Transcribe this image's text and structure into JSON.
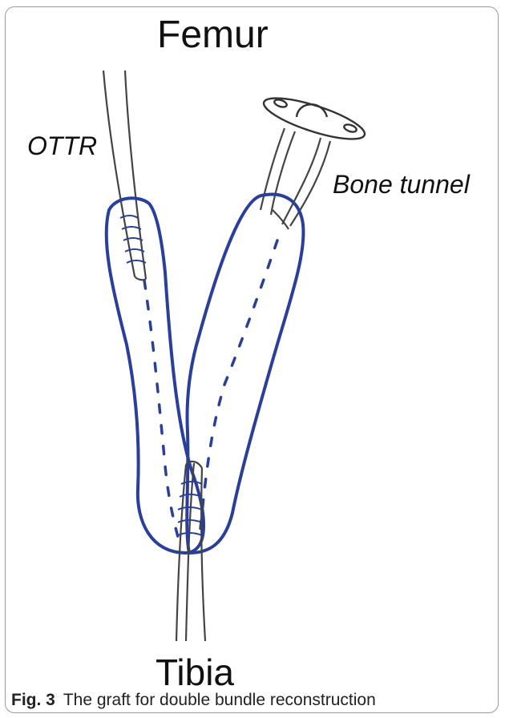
{
  "labels": {
    "femur": "Femur",
    "tibia": "Tibia",
    "ottr": "OTTR",
    "bone_tunnel": "Bone tunnel"
  },
  "caption": {
    "figure_number": "Fig. 3",
    "text": "The graft for double bundle reconstruction"
  },
  "colors": {
    "graft_outline": "#2a3f9a",
    "suture": "#444444",
    "frame": "#9a9a9a"
  }
}
